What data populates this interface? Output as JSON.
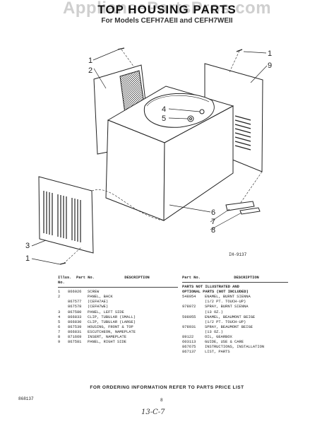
{
  "watermark": "AppliancePartsPros.com",
  "header": {
    "title": "TOP HOUSING PARTS",
    "subtitle": "For Models CEFH7AEII and CEFH7WEII"
  },
  "figure_code": "IH-9137",
  "callouts": [
    "1",
    "2",
    "1",
    "9",
    "4",
    "5",
    "6",
    "7",
    "8",
    "3",
    "1"
  ],
  "parts_table": {
    "col_illus": "Illus. No.",
    "col_part": "Part No.",
    "col_desc": "DESCRIPTION",
    "rows": [
      {
        "no": "1",
        "part": "866026",
        "desc": "SCREW"
      },
      {
        "no": "2",
        "part": "",
        "desc": "PANEL, BACK"
      },
      {
        "no": "",
        "part": "867577",
        "desc": "(CEFH7AE)"
      },
      {
        "no": "",
        "part": "867578",
        "desc": "(CEFH7WE)"
      },
      {
        "no": "3",
        "part": "867580",
        "desc": "PANEL, LEFT SIDE"
      },
      {
        "no": "4",
        "part": "866833",
        "desc": "CLIP, TUBULAR (SMALL)"
      },
      {
        "no": "5",
        "part": "866830",
        "desc": "CLIP, TUBULAR (LARGE)"
      },
      {
        "no": "6",
        "part": "867539",
        "desc": "HOUSING, FRONT & TOP"
      },
      {
        "no": "7",
        "part": "866831",
        "desc": "ESCUTCHEON, NAMEPLATE"
      },
      {
        "no": "8",
        "part": "871669",
        "desc": "INSERT, NAMEPLATE"
      },
      {
        "no": "9",
        "part": "867581",
        "desc": "PANEL, RIGHT SIDE"
      }
    ]
  },
  "optional_table": {
    "title_line1": "PARTS NOT ILLUSTRATED AND",
    "title_line2": "OPTIONAL PARTS (NOT INCLUDED)",
    "col_part": "Part No.",
    "col_desc": "DESCRIPTION",
    "rows": [
      {
        "part": "548954",
        "desc": "ENAMEL, BURNT SIENNA",
        "sub": "(1/2 PT. TOUCH-UP)"
      },
      {
        "part": "978072",
        "desc": "SPRAY, BURNT SIENNA",
        "sub": "(13 OZ.)"
      },
      {
        "part": "598955",
        "desc": "ENAMEL, BEAUMONT BEIGE",
        "sub": "(1/2 PT. TOUCH-UP)"
      },
      {
        "part": "978931",
        "desc": "SPRAY, BEAUMONT BEIGE",
        "sub": "(13 OZ.)"
      },
      {
        "part": "89122",
        "desc": "OIL, GEARBOX",
        "sub": ""
      },
      {
        "part": "603113",
        "desc": "GUIDE, USE & CARE",
        "sub": ""
      },
      {
        "part": "867675",
        "desc": "INSTRUCTIONS, INSTALLATION",
        "sub": ""
      },
      {
        "part": "867137",
        "desc": "LIST, PARTS",
        "sub": ""
      }
    ]
  },
  "footer": {
    "note": "FOR ORDERING INFORMATION REFER TO PARTS PRICE LIST",
    "left_code": "868137",
    "page": "8",
    "handwritten": "13-C-7"
  }
}
